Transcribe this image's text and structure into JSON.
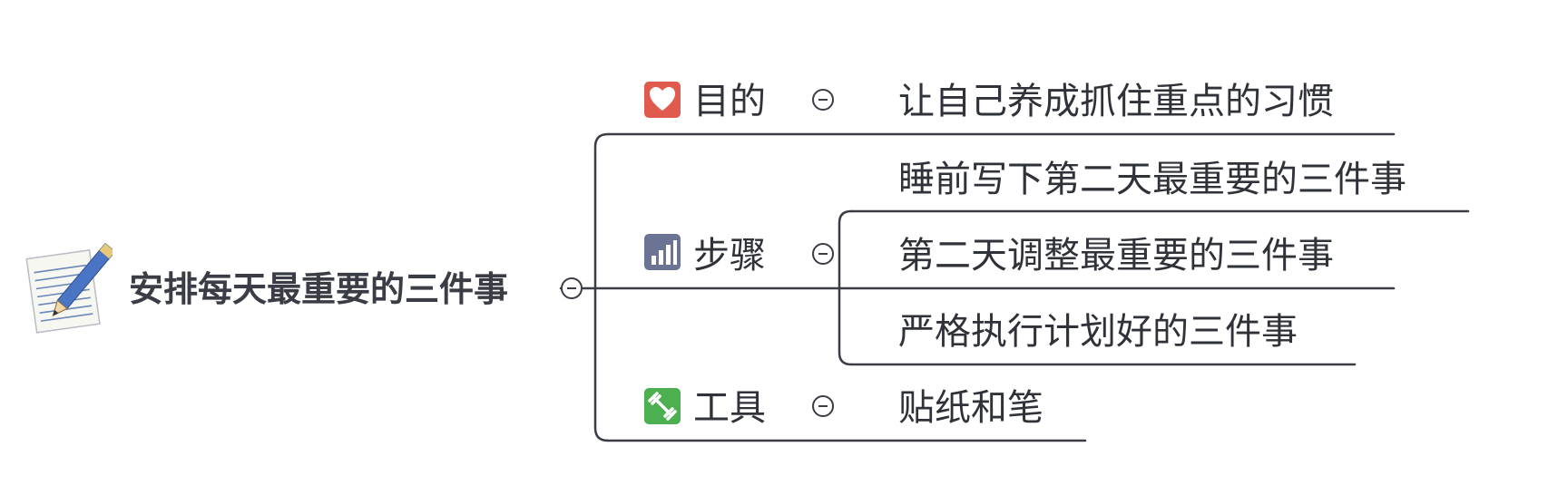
{
  "root": {
    "label": "安排每天最重要的三件事",
    "icon": "note-pencil-icon"
  },
  "branches": [
    {
      "label": "目的",
      "icon": "heart-icon",
      "icon_color": "#e05a4e",
      "children": [
        "让自己养成抓住重点的习惯"
      ]
    },
    {
      "label": "步骤",
      "icon": "bar-chart-icon",
      "icon_color": "#6b7494",
      "children": [
        "睡前写下第二天最重要的三件事",
        "第二天调整最重要的三件事",
        "严格执行计划好的三件事"
      ]
    },
    {
      "label": "工具",
      "icon": "dumbbell-icon",
      "icon_color": "#4caf50",
      "children": [
        "贴纸和笔"
      ]
    }
  ],
  "colors": {
    "line": "#3a3d45",
    "text": "#2f3239"
  }
}
